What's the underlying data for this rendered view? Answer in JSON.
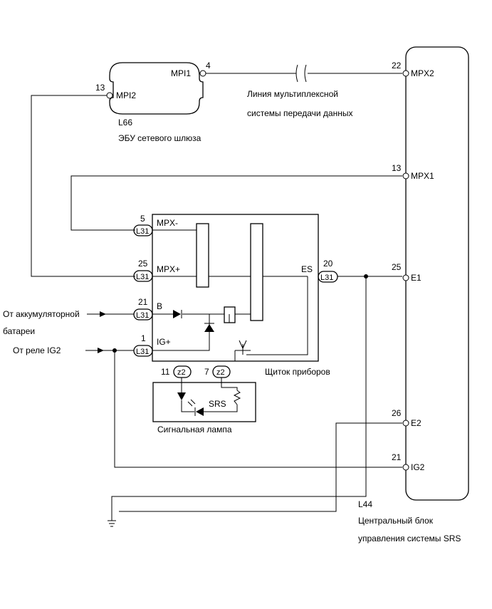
{
  "gateway": {
    "pin_mpi1": "MPI1",
    "pin_mpi1_no": "4",
    "pin_mpi2": "MPI2",
    "pin_mpi2_no": "13",
    "code": "L66",
    "name": "ЭБУ сетевого шлюза"
  },
  "bus_label": {
    "line1": "Линия мультиплексной",
    "line2": "системы передачи данных"
  },
  "srs": {
    "code": "L44",
    "name_line1": "Центральный блок",
    "name_line2": "управления системы SRS",
    "pins": [
      {
        "no": "22",
        "label": "MPX2"
      },
      {
        "no": "13",
        "label": "MPX1"
      },
      {
        "no": "25",
        "label": "E1"
      },
      {
        "no": "26",
        "label": "E2"
      },
      {
        "no": "21",
        "label": "IG2"
      }
    ]
  },
  "cluster": {
    "name": "Щиток приборов",
    "connector": "L31",
    "sub_connector": "z2",
    "pins": [
      {
        "no": "5",
        "label": "MPX-"
      },
      {
        "no": "25",
        "label": "MPX+"
      },
      {
        "no": "21",
        "label": "B"
      },
      {
        "no": "1",
        "label": "IG+"
      },
      {
        "no": "20",
        "label": "ES"
      }
    ],
    "z2_pins": [
      "11",
      "7"
    ]
  },
  "lamp": {
    "name": "Сигнальная лампа",
    "srs_label": "SRS"
  },
  "sources": {
    "battery_line1": "От аккумуляторной",
    "battery_line2": "батареи",
    "relay": "От реле IG2"
  }
}
